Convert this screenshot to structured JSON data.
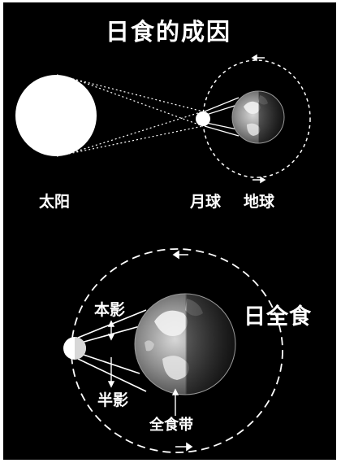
{
  "diagram": {
    "title": "日食的成因",
    "labels": {
      "sun": "太阳",
      "moon": "月球",
      "earth": "地球",
      "total_eclipse": "日全食",
      "umbra": "本影",
      "penumbra": "半影",
      "totality_band": "全食带"
    },
    "colors": {
      "background": "#000000",
      "foreground": "#ffffff",
      "earth_land": "#cfcfcf",
      "earth_night": "#3a3a3a"
    },
    "icons": [
      "sun-icon",
      "moon-icon",
      "earth-icon",
      "orbit-arrow-icon"
    ]
  }
}
